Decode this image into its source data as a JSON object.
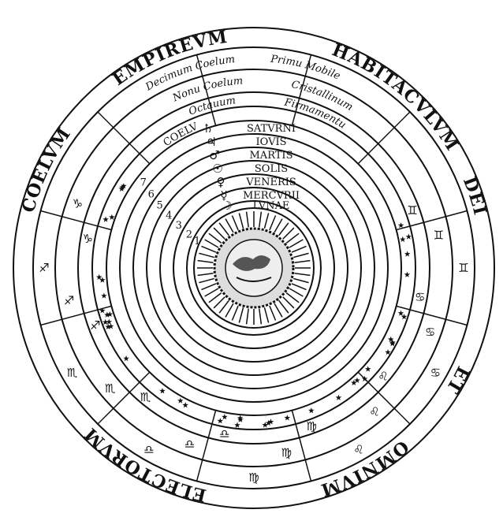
{
  "outer_band": [
    "COELVM",
    "EMPIREVM",
    "HABITACVLVM",
    "DEI",
    "ET",
    "OMNIVM",
    "ELECTORVM"
  ],
  "spheres": {
    "decimum": "Decimum Coelum",
    "primum_mobile": "Primu Mobile",
    "nonum": "Nonu Coelum",
    "cristallinum": "Cristallinum",
    "octauum": "Octauum",
    "firmamentum": "Firmamentu",
    "coelum": "COELV"
  },
  "planets": [
    "SATVRNI",
    "IOVIS",
    "MARTIS",
    "SOLIS",
    "VENERIS",
    "MERCVRII",
    "LVNAE"
  ],
  "planet_symbols": [
    "♄",
    "♃",
    "♂",
    "☉",
    "♀",
    "☿",
    "☽"
  ],
  "numbers": [
    "7",
    "6",
    "5",
    "4",
    "3",
    "2",
    "1"
  ],
  "zodiac": [
    "♈",
    "♉",
    "♊",
    "♋",
    "♌",
    "♍",
    "♎",
    "♏",
    "♐",
    "♑",
    "♒",
    "♓"
  ]
}
